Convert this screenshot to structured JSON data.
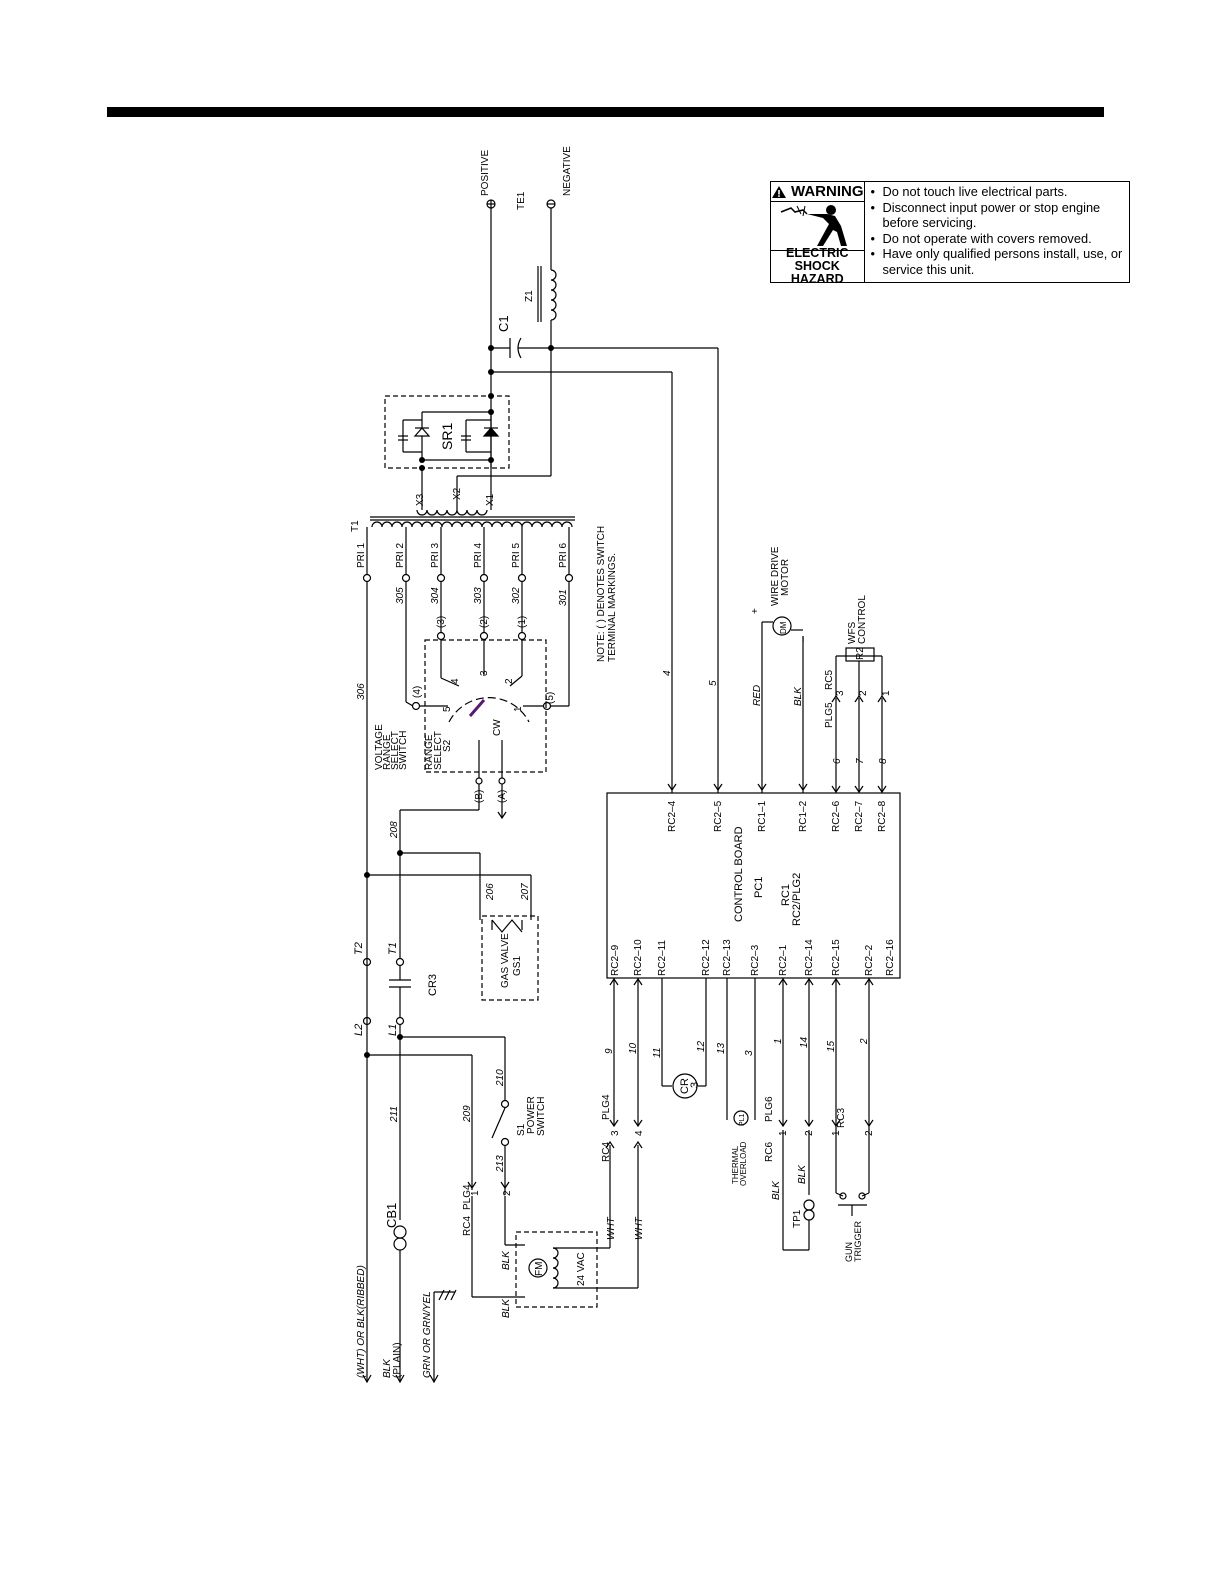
{
  "warning": {
    "title": "WARNING",
    "hazard_line1": "ELECTRIC",
    "hazard_line2": "SHOCK HAZARD",
    "items": [
      "Do not touch live electrical parts.",
      "Disconnect input power or stop engine before servicing.",
      "Do not operate with covers removed.",
      "Have only qualified persons install, use, or service this unit."
    ],
    "icon": "electric-shock-icon"
  },
  "labels": {
    "positive": "POSITIVE",
    "te1": "TE1",
    "negative": "NEGATIVE",
    "z1": "Z1",
    "c1": "C1",
    "sr1": "SR1",
    "x1": "X1",
    "x2": "X2",
    "x3": "X3",
    "t1": "T1",
    "pri1": "PRI 1",
    "pri2": "PRI 2",
    "pri3": "PRI 3",
    "pri4": "PRI 4",
    "pri5": "PRI 5",
    "pri6": "PRI 6",
    "w305": "305",
    "w304": "304",
    "w303": "303",
    "w302": "302",
    "w301": "301",
    "w306": "306",
    "note1": "NOTE: ( ) DENOTES SWITCH",
    "note2": "TERMINAL MARKINGS.",
    "vrs1": "VOLTAGE",
    "vrs2": "RANGE",
    "vrs3": "SELECT",
    "vrs4": "SWITCH",
    "rs1": "RANGE",
    "rs2": "SELECT",
    "s2": "S2",
    "t3": "(3)",
    "t2": "(2)",
    "t1b": "(1)",
    "t4": "(4)",
    "t5": "(5)",
    "tB": "(B)",
    "tA": "(A)",
    "p1": "1",
    "p2": "2",
    "p3": "3",
    "p4": "4",
    "p5": "5",
    "cw": "CW",
    "wire4": "4",
    "wire5": "5",
    "red": "RED",
    "blk": "BLK",
    "wdm1": "WIRE DRIVE",
    "wdm2": "MOTOR",
    "dm": "DM",
    "plus": "+",
    "minus": "–",
    "wfs1": "WFS",
    "wfs2": "CONTROL",
    "r2": "R2",
    "rc5": "RC5",
    "plg5": "PLG5",
    "w6": "6",
    "w7": "7",
    "w8": "8",
    "rc2_4": "RC2–4",
    "rc2_5": "RC2–5",
    "rc1_1": "RC1–1",
    "rc1_2": "RC1–2",
    "rc2_6": "RC2–6",
    "rc2_7": "RC2–7",
    "rc2_8": "RC2–8",
    "cb1": "CONTROL BOARD",
    "cb2": "PC1",
    "cb3": "RC1",
    "cb4": "RC2/PLG2",
    "rc2_9": "RC2–9",
    "rc2_10": "RC2–10",
    "rc2_11": "RC2–11",
    "rc2_12": "RC2–12",
    "rc2_13": "RC2–13",
    "rc2_3": "RC2–3",
    "rc2_1": "RC2–1",
    "rc2_14": "RC2–14",
    "rc2_15": "RC2–15",
    "rc2_2": "RC2–2",
    "rc2_16": "RC2–16",
    "w208": "208",
    "w206": "206",
    "w207": "207",
    "gv1": "GAS VALVE",
    "gv2": "GS1",
    "T2": "T2",
    "T1": "T1",
    "cr3": "CR3",
    "L2": "L2",
    "L1": "L1",
    "w211": "211",
    "w209": "209",
    "w210": "210",
    "w213": "213",
    "s1a": "S1",
    "s1b": "POWER",
    "s1c": "SWITCH",
    "w9": "9",
    "w10": "10",
    "w11": "11",
    "w12": "12",
    "w13": "13",
    "w3": "3",
    "w1": "1",
    "w14": "14",
    "w15": "15",
    "w2": "2",
    "cr": "CR",
    "cr3n": "3",
    "plg4": "PLG4",
    "rc4": "RC4",
    "n3": "3",
    "n4": "4",
    "thermal1": "THERMAL",
    "thermal2": "OVERLOAD",
    "pl1": "PL1",
    "plg6": "PLG6",
    "rc6": "RC6",
    "rc3": "RC3",
    "n1": "1",
    "n2": "2",
    "gun1": "GUN",
    "gun2": "TRIGGER",
    "tp1": "TP1",
    "plg4b": "PLG4",
    "rc4b": "RC4",
    "m1": "1",
    "m2": "2",
    "wht": "WHT",
    "fm": "FM",
    "vac": "24 VAC",
    "cb1lbl": "CB1",
    "in1": "(WHT)  OR  BLK(RIBBED)",
    "in2a": "BLK",
    "in2b": "(PLAIN)",
    "in3": "GRN OR GRN/YEL"
  }
}
